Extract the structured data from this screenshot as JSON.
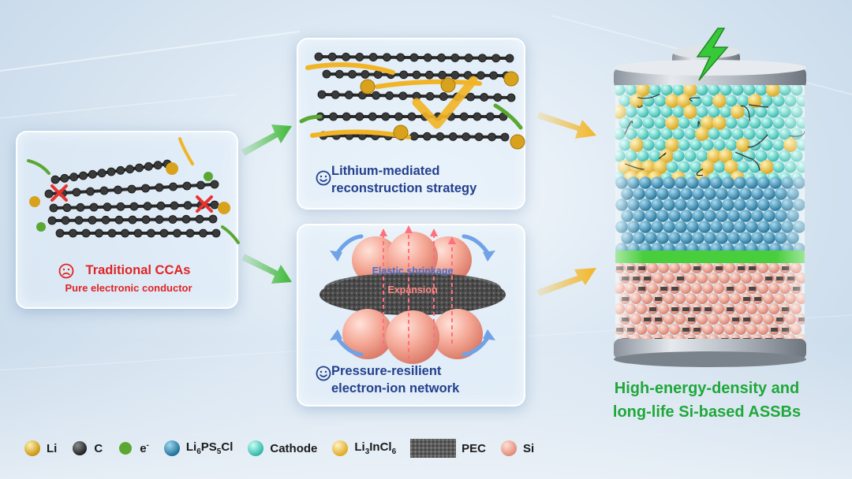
{
  "panels": {
    "traditional": {
      "title": "Traditional CCAs",
      "subtitle": "Pure electronic conductor"
    },
    "lithium": {
      "line1": "Lithium-mediated",
      "line2": "reconstruction strategy"
    },
    "pressure": {
      "label_shrinkage": "Elastic shrinkage",
      "label_expansion": "Expansion",
      "line1": "Pressure-resilient",
      "line2": "electron-ion network"
    }
  },
  "battery": {
    "caption_line1": "High-energy-density and",
    "caption_line2": "long-life Si-based ASSBs"
  },
  "legend": [
    {
      "id": "li",
      "label": "Li",
      "color": "#d8a21c"
    },
    {
      "id": "c",
      "label": "C",
      "color": "#3a3a3a"
    },
    {
      "id": "e",
      "label": "e",
      "sup": "-",
      "color": "#5aa832"
    },
    {
      "id": "lpsc",
      "label": "Li",
      "parts": [
        "Li",
        "6",
        "PS",
        "5",
        "Cl"
      ],
      "color": "#2f8db3"
    },
    {
      "id": "cathode",
      "label": "Cathode",
      "color": "#4fd6c8"
    },
    {
      "id": "lic",
      "label": "Li",
      "parts": [
        "Li",
        "3",
        "InCl",
        "6"
      ],
      "color": "#efbe36"
    },
    {
      "id": "pec",
      "label": "PEC",
      "color": "#555555"
    },
    {
      "id": "si",
      "label": "Si",
      "color": "#f2a797"
    }
  ],
  "colors": {
    "warning_red": "#e02424",
    "strategy_blue": "#23408e",
    "highlight_green": "#1fa83a",
    "bolt_green": "#37c93a",
    "arrow_green": "#3db835",
    "arrow_yellow": "#f4b524"
  },
  "icons": {
    "sad_face": "sad-face-icon",
    "smile_face": "smile-face-icon",
    "cross": "cross-mark-icon",
    "check": "check-mark-icon",
    "bolt": "lightning-bolt-icon"
  }
}
